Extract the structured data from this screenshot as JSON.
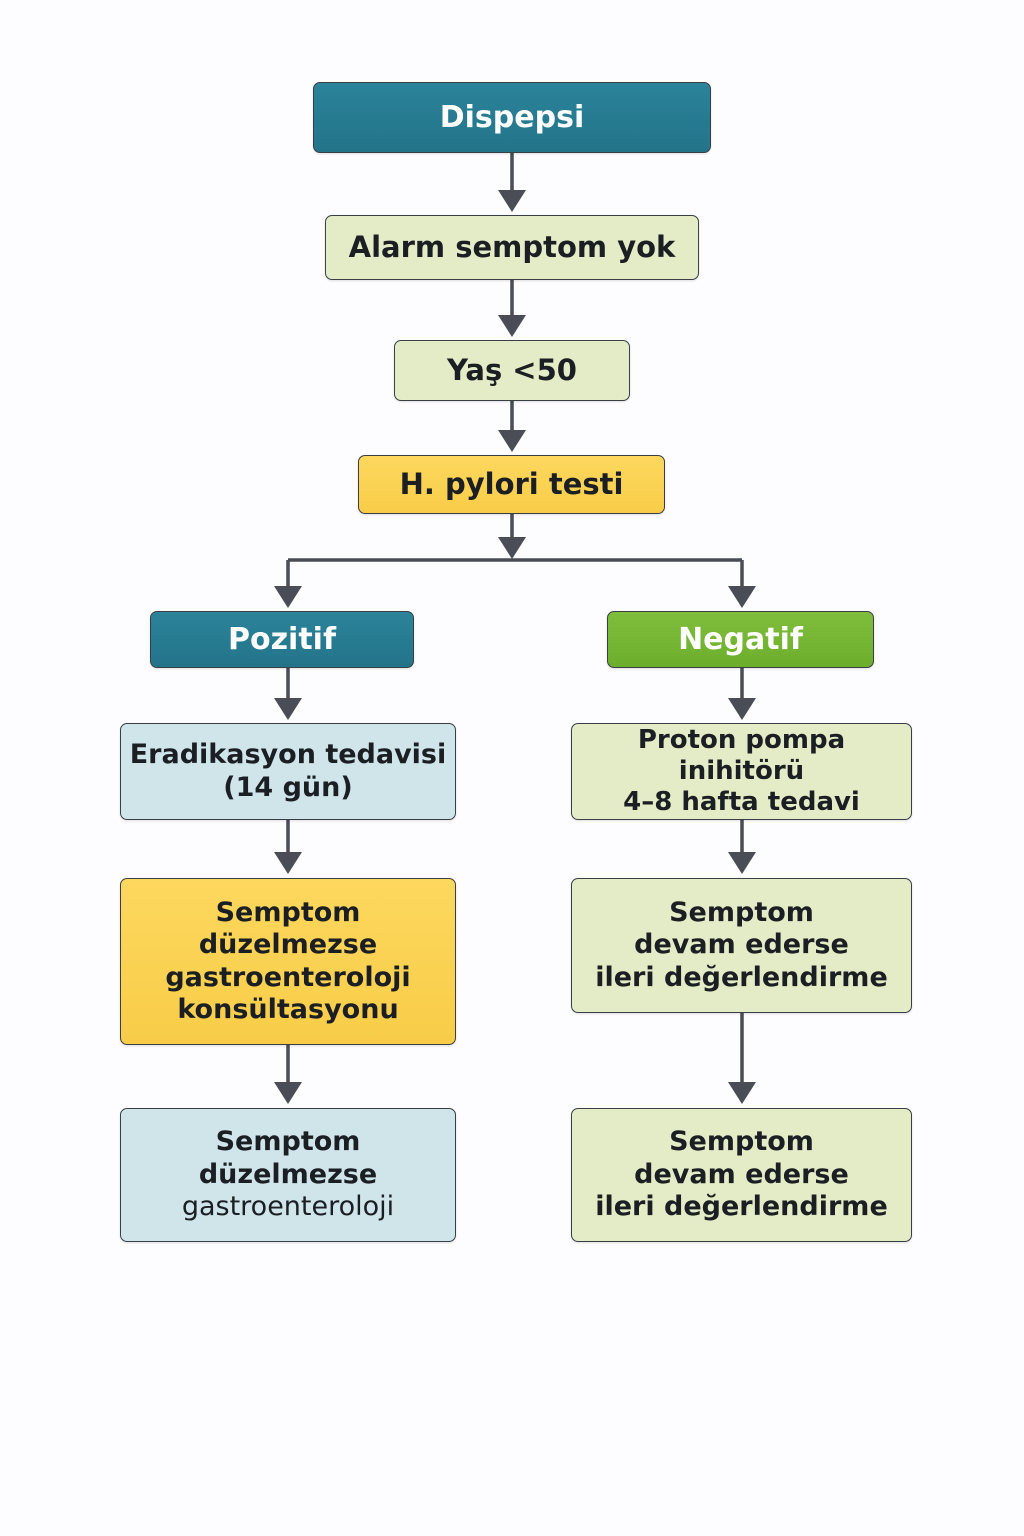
{
  "diagram": {
    "type": "flowchart",
    "title": "Dispepsi",
    "colors": {
      "teal": "#257a90",
      "green": "#74b534",
      "light_green": "#e3ecc6",
      "yellow": "#fbd153",
      "light_blue": "#cfe5ea",
      "arrow": "#4a4d55",
      "background": "#fdfcfe"
    },
    "nodes": {
      "dispepsi": {
        "lines": [
          "Dispepsi"
        ]
      },
      "alarm": {
        "lines": [
          "Alarm semptom yok"
        ]
      },
      "age": {
        "lines": [
          "Yaş <50"
        ]
      },
      "hpylori": {
        "lines": [
          "H. pylori testi"
        ]
      },
      "positive": {
        "lines": [
          "Pozitif"
        ]
      },
      "negative": {
        "lines": [
          "Negatif"
        ]
      },
      "eradication": {
        "lines": [
          "Eradikasyon tedavisi",
          "(14 gün)"
        ]
      },
      "ppi": {
        "lines": [
          "Proton pompa inihitörü",
          "4–8 hafta tedavi"
        ]
      },
      "consult": {
        "lines": [
          "Semptom",
          "düzelmezse",
          "gastroenteroloji",
          "konsültasyonu"
        ]
      },
      "further_eval_1": {
        "lines": [
          "Semptom",
          "devam ederse",
          "ileri değerlendirme"
        ]
      },
      "gastro": {
        "lines": [
          "Semptom",
          "düzelmezse",
          "gastroenteroloji"
        ]
      },
      "further_eval_2": {
        "lines": [
          "Semptom",
          "devam ederse",
          "ileri değerlendirme"
        ]
      }
    },
    "edges": [
      {
        "from": "dispepsi",
        "to": "alarm"
      },
      {
        "from": "alarm",
        "to": "age"
      },
      {
        "from": "age",
        "to": "hpylori"
      },
      {
        "from": "hpylori",
        "to": "positive"
      },
      {
        "from": "hpylori",
        "to": "negative"
      },
      {
        "from": "positive",
        "to": "eradication"
      },
      {
        "from": "negative",
        "to": "ppi"
      },
      {
        "from": "eradication",
        "to": "consult"
      },
      {
        "from": "ppi",
        "to": "further_eval_1"
      },
      {
        "from": "consult",
        "to": "gastro"
      },
      {
        "from": "further_eval_1",
        "to": "further_eval_2"
      }
    ]
  }
}
